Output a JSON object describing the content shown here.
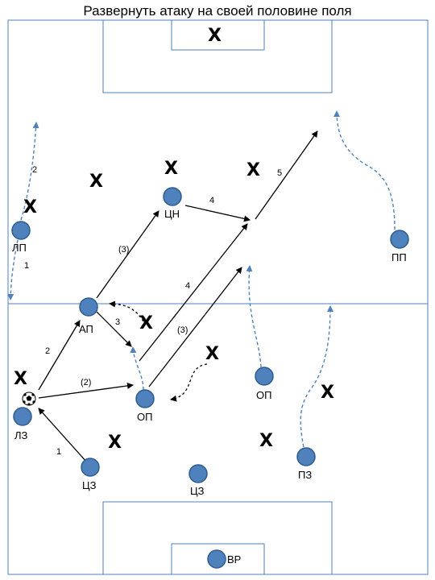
{
  "title": "Развернуть атаку на своей половине поля",
  "colors": {
    "player_fill": "#4f81bd",
    "player_stroke": "#2e5c8f",
    "run_line": "#4f81bd",
    "pass_line": "#000000",
    "field_line": "#4f81bd"
  },
  "players": [
    {
      "id": "lp",
      "label": "ЛП"
    },
    {
      "id": "tsn",
      "label": "ЦН"
    },
    {
      "id": "pp",
      "label": "ПП"
    },
    {
      "id": "ap",
      "label": "АП"
    },
    {
      "id": "op-left",
      "label": "ОП"
    },
    {
      "id": "op-right",
      "label": "ОП"
    },
    {
      "id": "lz",
      "label": "ЛЗ"
    },
    {
      "id": "tsz-left",
      "label": "ЦЗ"
    },
    {
      "id": "tsz-right",
      "label": "ЦЗ"
    },
    {
      "id": "pz",
      "label": "ПЗ"
    },
    {
      "id": "vr",
      "label": "ВР"
    }
  ],
  "opponent_marker": "X",
  "ball_icon": "soccer-ball-icon",
  "step_numbers": {
    "lz_to_ap": "2",
    "tsz_to_lz": "1",
    "lz_to_op": "(2)",
    "ap_to_tsn": "(3)",
    "ap_to_op": "3",
    "op_to_mid": "4",
    "op_diag": "(3)",
    "tsn_to_mid": "4",
    "long": "5",
    "lp_up": "2",
    "lp_down": "1"
  }
}
